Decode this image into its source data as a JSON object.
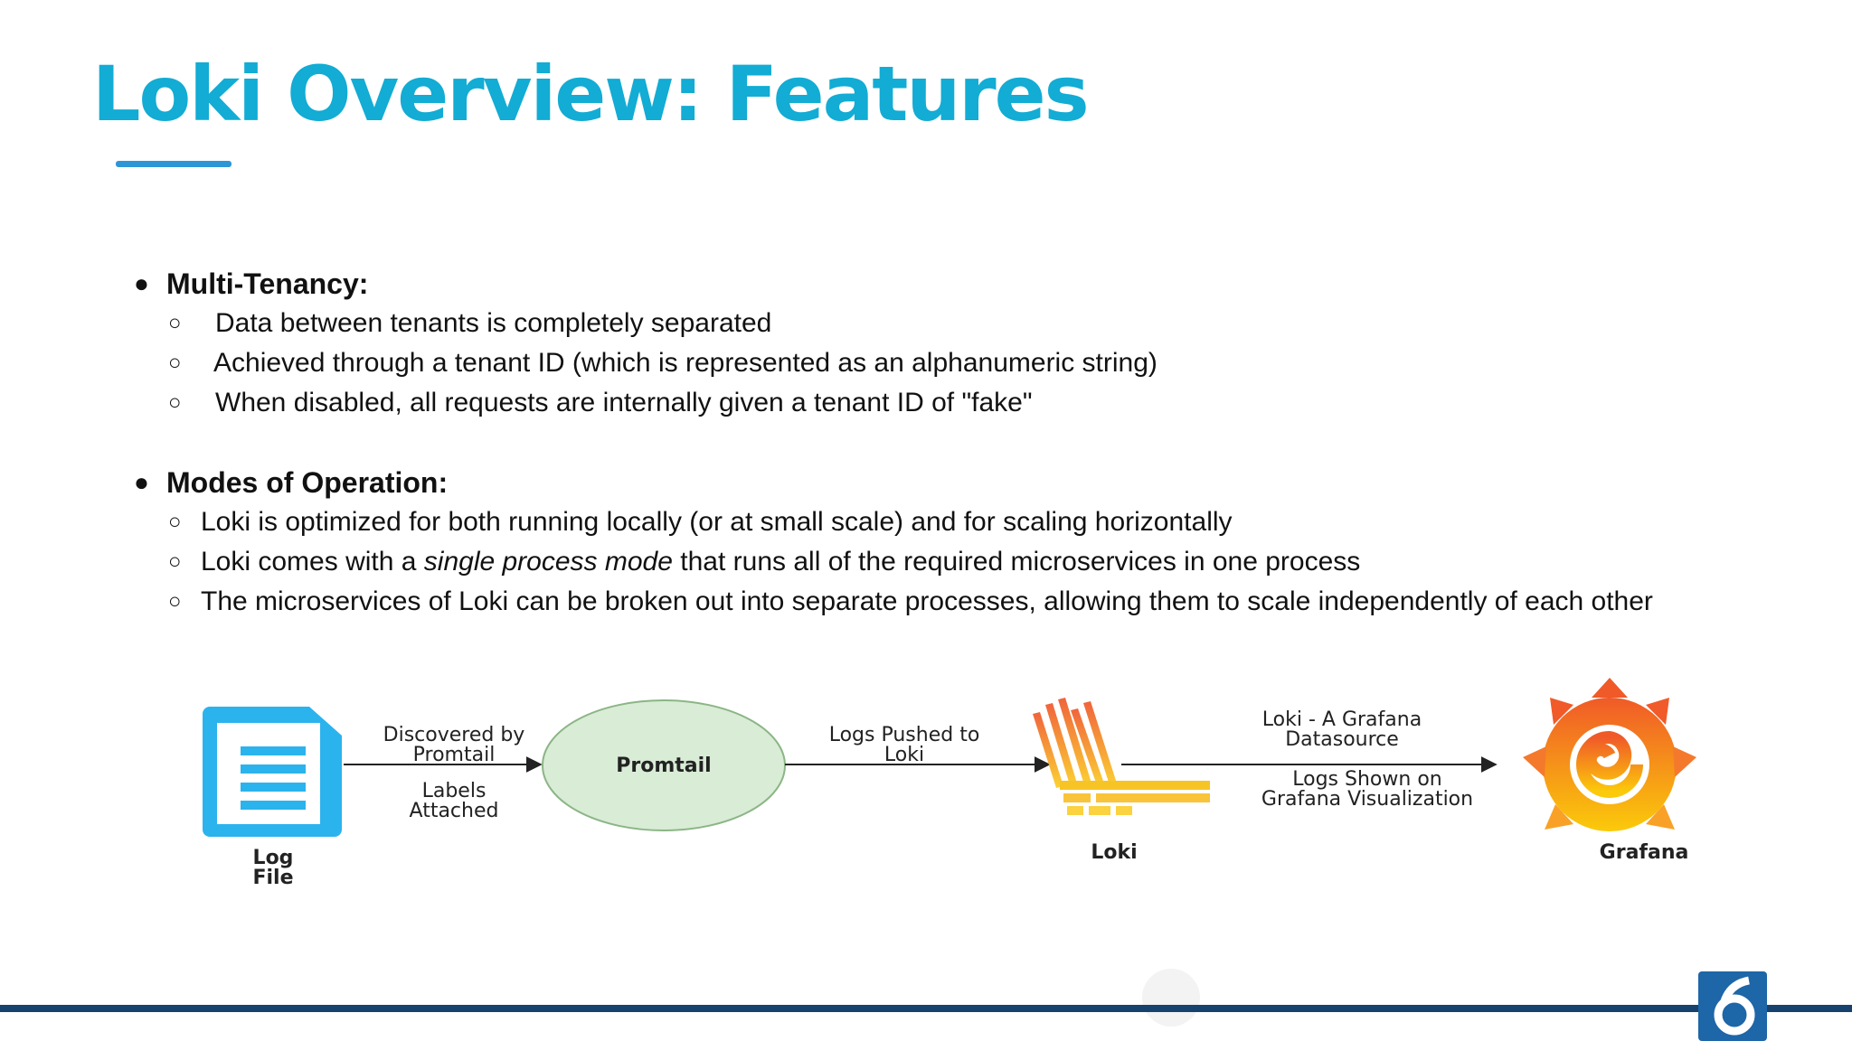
{
  "title": "Loki Overview: Features",
  "sections": [
    {
      "heading": "Multi-Tenancy:",
      "items": [
        "Data between tenants is completely separated",
        "Achieved through a tenant ID (which is represented as an alphanumeric string)",
        "When disabled, all requests are internally given a tenant ID of \"fake\""
      ]
    },
    {
      "heading": "Modes of Operation:",
      "items": [
        "Loki is optimized for both running locally (or at small scale) and for scaling horizontally",
        {
          "before": "Loki comes with a ",
          "italic": "single process mode",
          "after": " that runs all of the required microservices in one process"
        },
        "The microservices of Loki can be broken out into separate processes, allowing them to scale independently of each other"
      ]
    }
  ],
  "diagram": {
    "log_file_label_1": "Log",
    "log_file_label_2": "File",
    "edge1_top_1": "Discovered by",
    "edge1_top_2": "Promtail",
    "edge1_bottom_1": "Labels",
    "edge1_bottom_2": "Attached",
    "promtail": "Promtail",
    "edge2_top_1": "Logs Pushed to",
    "edge2_top_2": "Loki",
    "loki": "Loki",
    "edge3_top_1": "Loki - A Grafana",
    "edge3_top_2": "Datasource",
    "edge3_bottom_1": "Logs Shown on",
    "edge3_bottom_2": "Grafana Visualization",
    "grafana": "Grafana"
  },
  "colors": {
    "title": "#12acd4",
    "footer_bar": "#17426e",
    "promtail_fill": "#d9ecd6",
    "log_icon": "#2bb3ee"
  }
}
